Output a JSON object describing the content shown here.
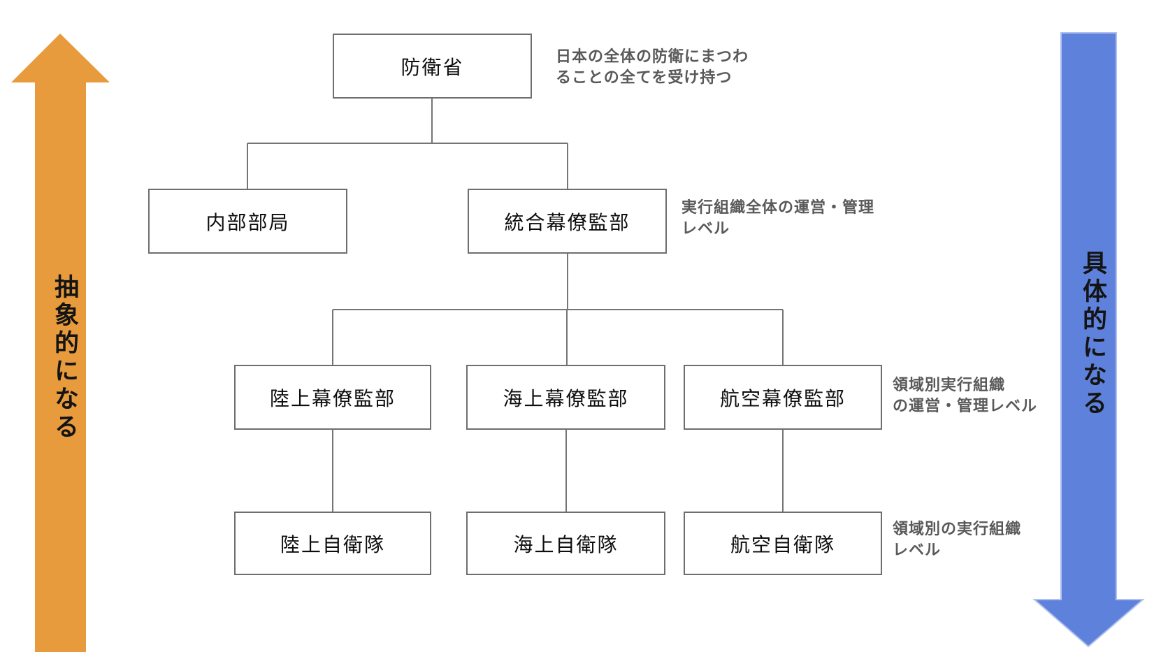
{
  "nodes": {
    "ministry": "防衛省",
    "internal_bureau": "内部部局",
    "joint_staff": "統合幕僚監部",
    "ground_staff": "陸上幕僚監部",
    "maritime_staff": "海上幕僚監部",
    "air_staff": "航空幕僚監部",
    "ground_sdf": "陸上自衛隊",
    "maritime_sdf": "海上自衛隊",
    "air_sdf": "航空自衛隊"
  },
  "annotations": {
    "ministry_note": "日本の全体の防衛にまつわ\nることの全てを受け持つ",
    "joint_staff_note": "実行組織全体の運営・管理\nレベル",
    "domain_staff_note": "領域別実行組織\nの運営・管理レベル",
    "domain_sdf_note": "領域別の実行組織\nレベル"
  },
  "arrows": {
    "left": {
      "label": "抽象的になる",
      "direction": "up"
    },
    "right": {
      "label": "具体的になる",
      "direction": "down"
    }
  },
  "colors": {
    "left_arrow_fill": "#E89B3C",
    "right_arrow_fill": "#5E81DB",
    "right_arrow_border": "#AEBFF0",
    "connector": "#757575"
  }
}
